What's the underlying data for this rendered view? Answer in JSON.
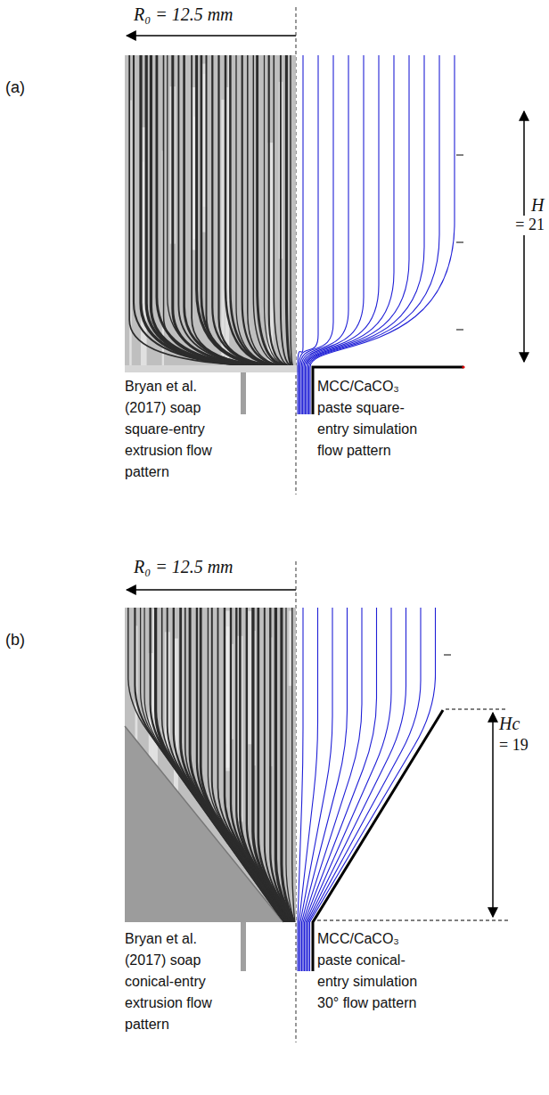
{
  "diagram": {
    "labels": [
      "R₀ = 12.5 mm",
      "(a)",
      "H",
      "= 21",
      "Bryan et al. (2017) soap square-entry extrusion flow pattern",
      "MCC/CaCO₃ paste square-entry simulation flow pattern",
      "R₀ = 12.5 mm",
      "(b)",
      "Hc",
      "= 19",
      "Bryan et al. (2017) soap conical-entry extrusion flow pattern",
      "MCC/CaCO₃ paste conical-entry simulation 30° flow pattern"
    ]
  }
}
